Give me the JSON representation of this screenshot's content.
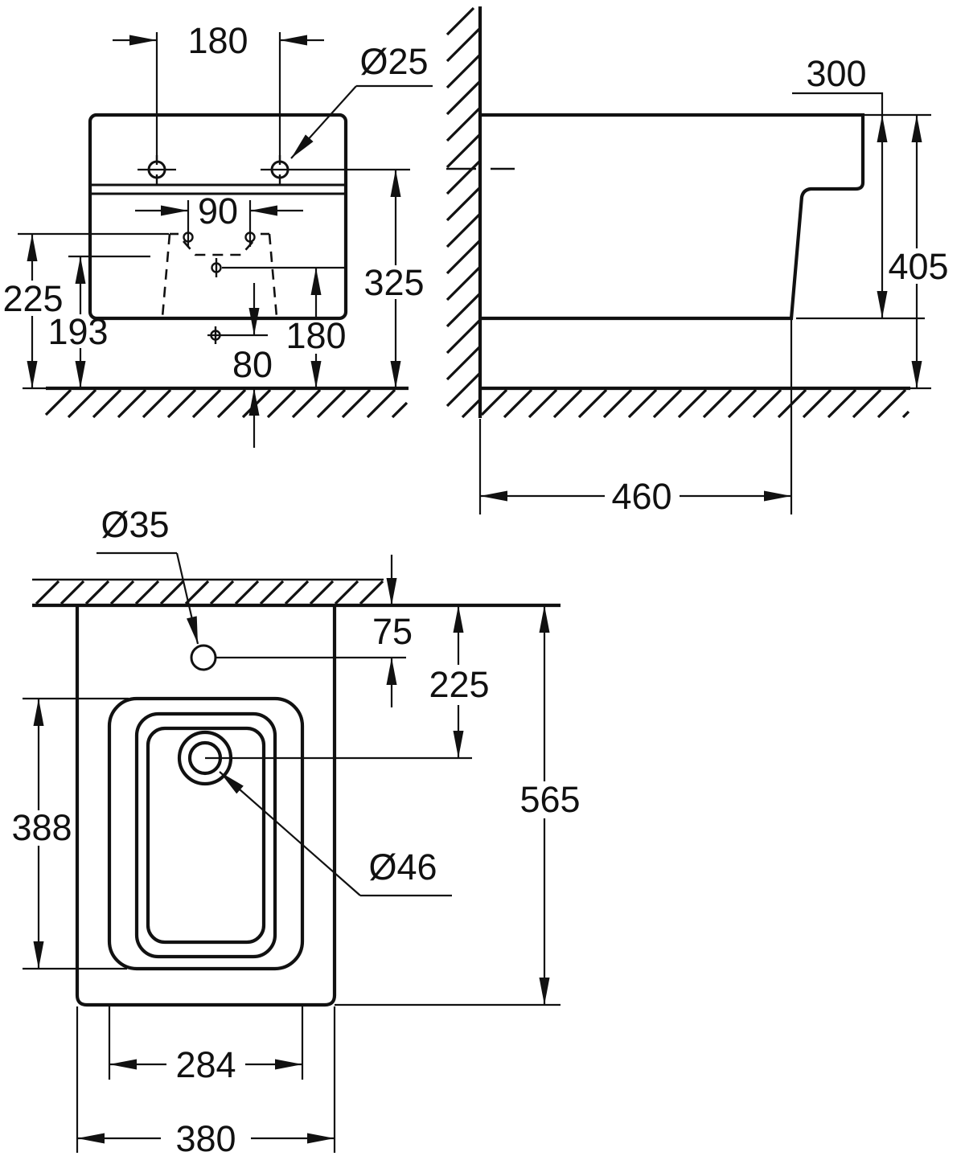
{
  "drawing": {
    "type": "technical-dimension-drawing",
    "subject": "wall-hung bidet installation drawing, three orthographic views",
    "background_color": "#ffffff",
    "line_color": "#111111",
    "views": {
      "front": {
        "name": "front-elevation",
        "labels": {
          "top_hole_spacing": "180",
          "top_hole_diameter": "Ø25",
          "fixing_hole_spacing": "90",
          "top_hole_height": "325",
          "fixing_hole_height": "225",
          "throat_height": "193",
          "drain_center_height": "180",
          "outlet_height": "80"
        }
      },
      "side": {
        "name": "side-elevation",
        "labels": {
          "body_height": "300",
          "total_height": "405",
          "body_depth": "460"
        }
      },
      "top": {
        "name": "plan-view",
        "labels": {
          "tap_hole_diameter": "Ø35",
          "tap_hole_offset": "75",
          "drain_offset_from_wall": "225",
          "total_projection": "565",
          "basin_length": "388",
          "drain_diameter": "Ø46",
          "basin_width": "284",
          "total_width": "380"
        }
      }
    }
  }
}
